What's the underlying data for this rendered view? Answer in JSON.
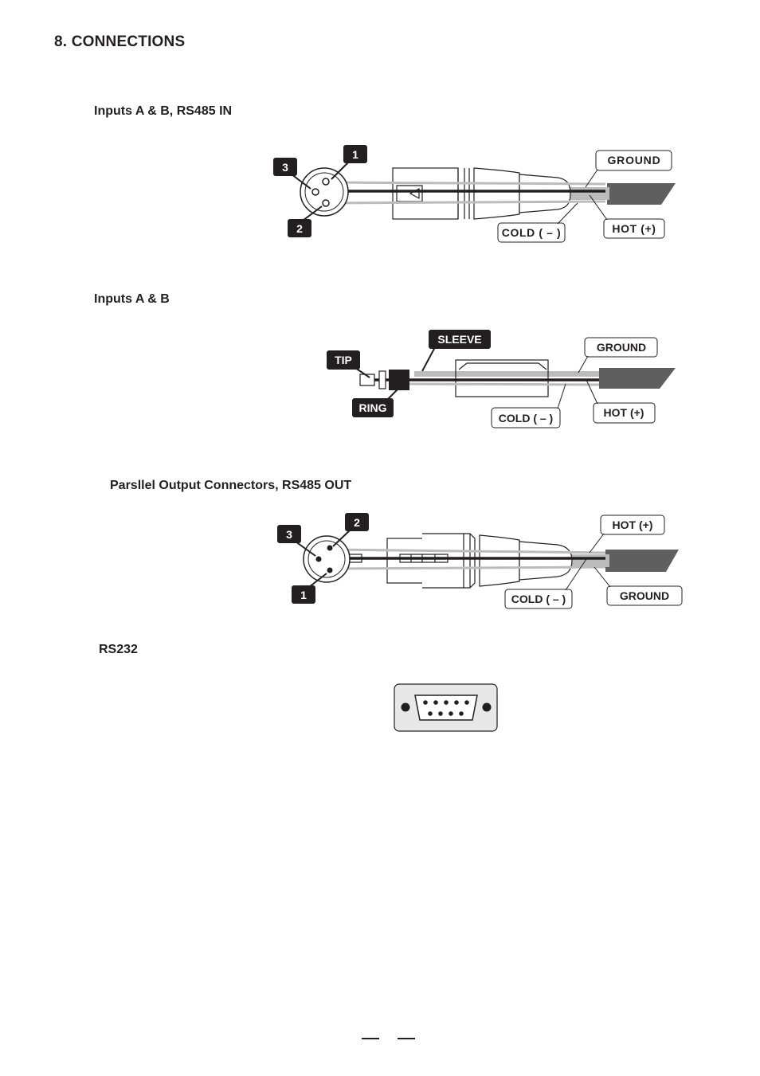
{
  "page": {
    "section_title": "8. CONNECTIONS",
    "sections": [
      {
        "title": "Inputs A & B, RS485 IN",
        "labels": {
          "pin1": "1",
          "pin2": "2",
          "pin3": "3",
          "ground": "GROUND",
          "cold": "COLD ( – )",
          "hot": "HOT (+)"
        }
      },
      {
        "title": "Inputs A & B",
        "labels": {
          "tip": "TIP",
          "ring": "RING",
          "sleeve": "SLEEVE",
          "ground": "GROUND",
          "cold": "COLD ( – )",
          "hot": "HOT (+)"
        }
      },
      {
        "title": "Parsllel Output Connectors, RS485 OUT",
        "labels": {
          "pin1": "1",
          "pin2": "2",
          "pin3": "3",
          "hot": "HOT (+)",
          "cold": "COLD ( – )",
          "ground": "GROUND"
        }
      },
      {
        "title": "RS232"
      }
    ]
  },
  "colors": {
    "ink": "#231f20",
    "cable": "#5f5f5f",
    "shield": "#bcbcbc",
    "connector_fill": "#ffffff",
    "db9_fill": "#e8e8e8"
  }
}
